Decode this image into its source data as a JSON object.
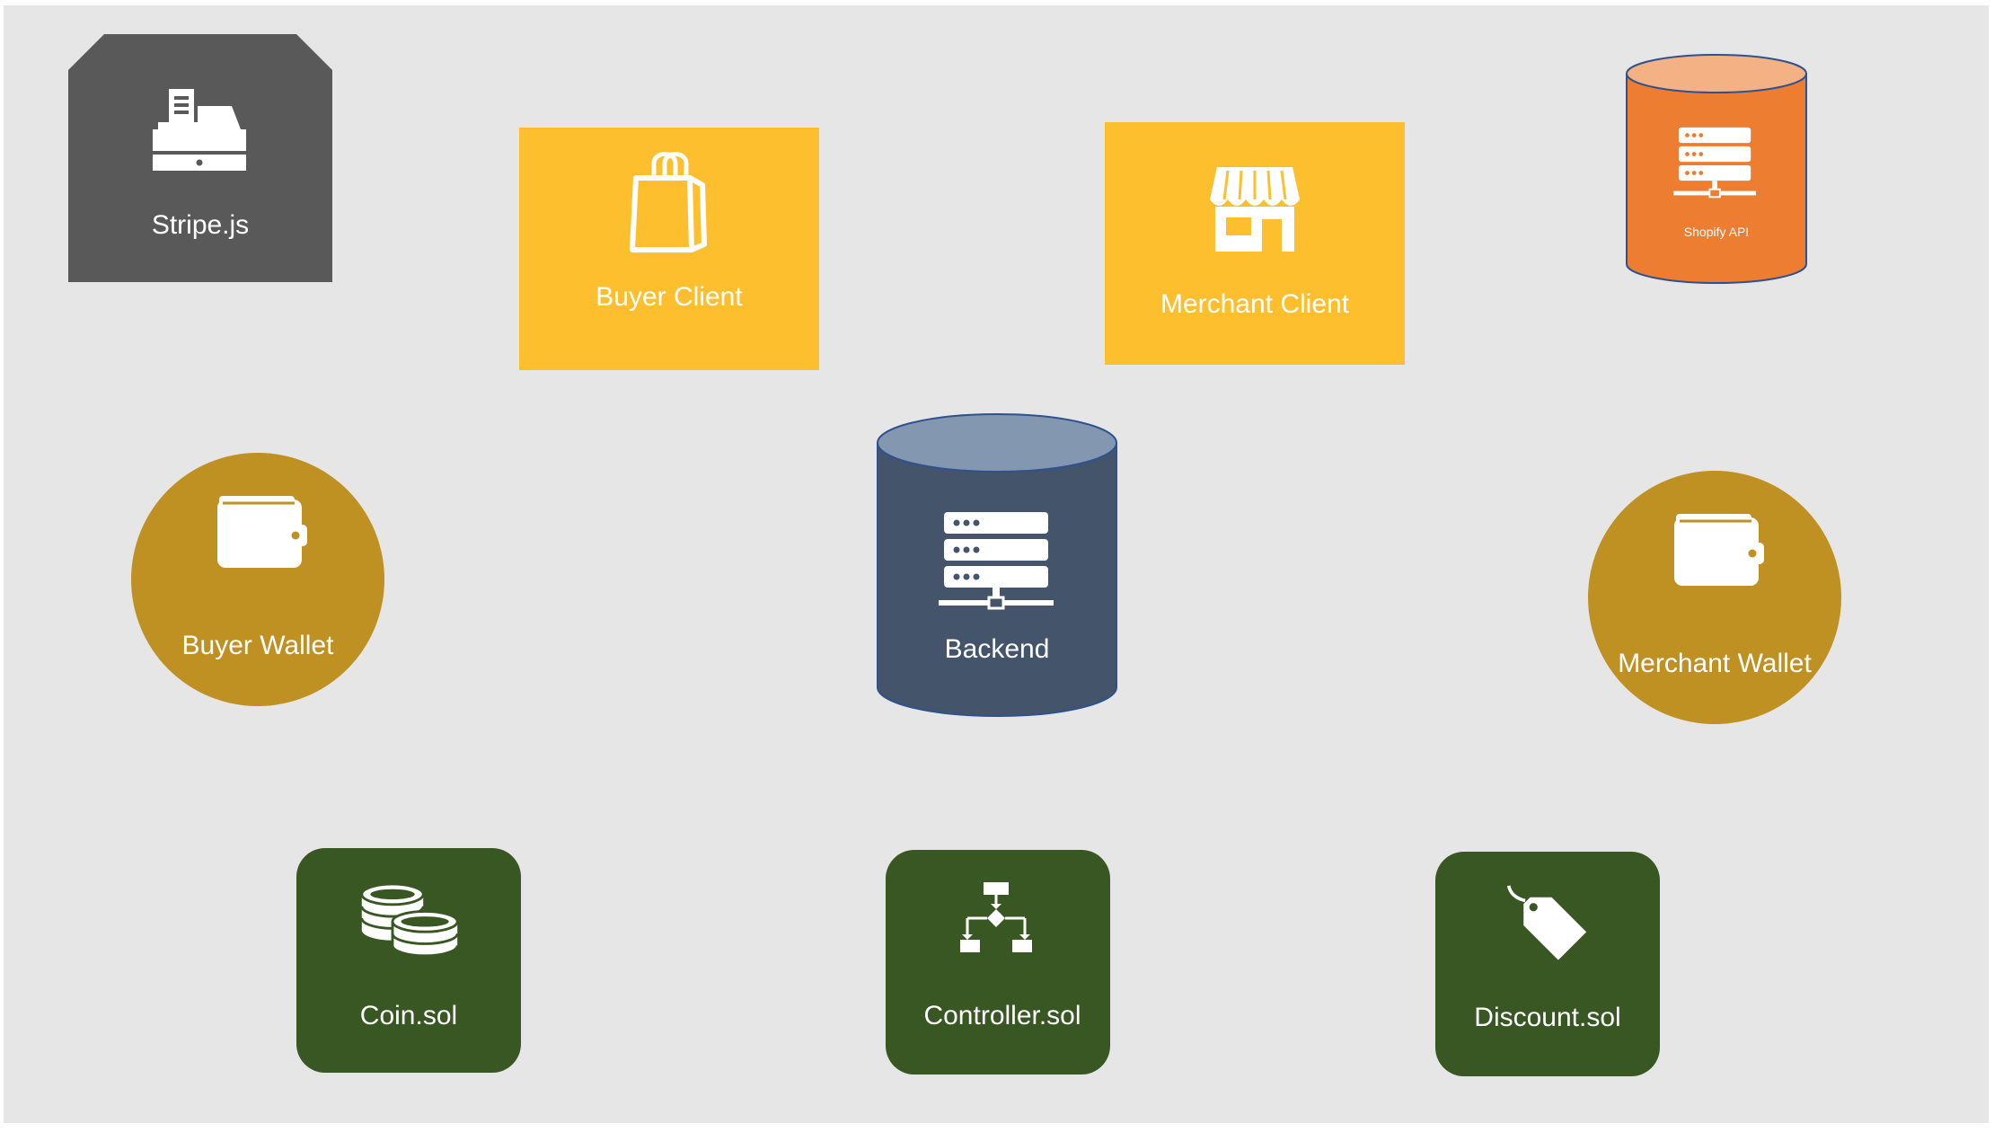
{
  "diagram": {
    "nodes": {
      "stripe": {
        "label": "Stripe.js",
        "icon": "cash-register-icon",
        "color": "#595959"
      },
      "buyer_client": {
        "label": "Buyer Client",
        "icon": "shopping-bag-icon",
        "color": "#fdbf2d"
      },
      "merchant_client": {
        "label": "Merchant Client",
        "icon": "storefront-icon",
        "color": "#fdbf2d"
      },
      "shopify": {
        "label": "Shopify API",
        "icon": "server-icon",
        "color": "#ed7d31"
      },
      "buyer_wallet": {
        "label": "Buyer Wallet",
        "icon": "wallet-icon",
        "color": "#bf9022"
      },
      "backend": {
        "label": "Backend",
        "icon": "server-icon",
        "color": "#44546a"
      },
      "merchant_wallet": {
        "label": "Merchant Wallet",
        "icon": "wallet-icon",
        "color": "#bf9022"
      },
      "coin": {
        "label": "Coin.sol",
        "icon": "coins-icon",
        "color": "#385723"
      },
      "controller": {
        "label": "Controller.sol",
        "icon": "flowchart-icon",
        "color": "#385723"
      },
      "discount": {
        "label": "Discount.sol",
        "icon": "price-tag-icon",
        "color": "#385723"
      }
    }
  }
}
